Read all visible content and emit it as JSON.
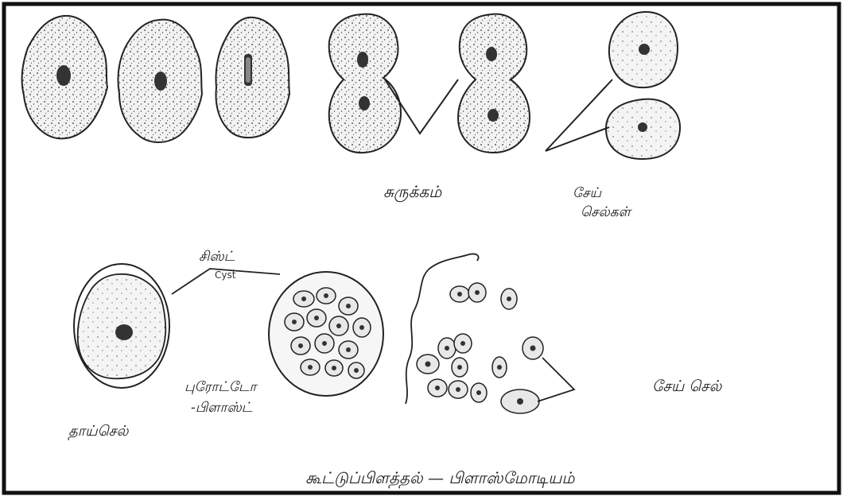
{
  "diagram": {
    "labels": {
      "binary_fission": "சுருக்கம்",
      "daughter_cells_top": "சேய்\nசெல்கள்",
      "cyst_tamil": "சிஸ்ட்",
      "cyst_english": "Cyst",
      "protoplast": "புரோட்டோ\n-பிளாஸ்ட்",
      "mother_cell": "தாய்செல்",
      "daughter_cell_bottom": "சேய் செல்",
      "caption": "கூட்டுப்பிளத்தல் — பிளாஸ்மோடியம்"
    }
  }
}
